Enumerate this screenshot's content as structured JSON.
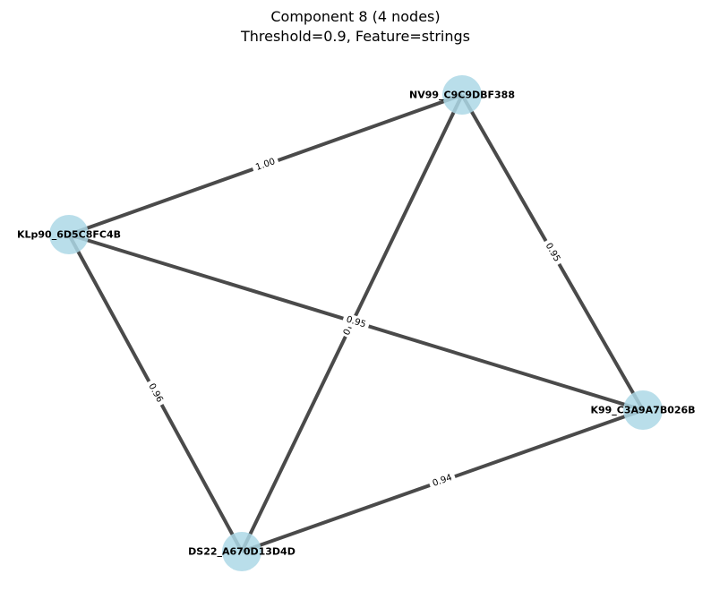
{
  "title": {
    "line1": "Component 8 (4 nodes)",
    "line2": "Threshold=0.9, Feature=strings"
  },
  "colors": {
    "node_fill": "#add8e6",
    "edge_stroke": "#4a4a4a",
    "label_bg": "#ffffff"
  },
  "nodes": [
    {
      "id": "nv99",
      "label": "NV99_C9C9DBF388"
    },
    {
      "id": "klp90",
      "label": "KLp90_6D5C8FC4B"
    },
    {
      "id": "k99",
      "label": "K99_C3A9A7B026B"
    },
    {
      "id": "ds22",
      "label": "DS22_A670D13D4D"
    }
  ],
  "edges": [
    {
      "source": "klp90",
      "target": "nv99",
      "weight": "1.00"
    },
    {
      "source": "nv99",
      "target": "k99",
      "weight": "0.95"
    },
    {
      "source": "klp90",
      "target": "k99",
      "weight": "0.95"
    },
    {
      "source": "nv99",
      "target": "ds22",
      "weight": "0"
    },
    {
      "source": "klp90",
      "target": "ds22",
      "weight": "0.96"
    },
    {
      "source": "ds22",
      "target": "k99",
      "weight": "0.94"
    }
  ]
}
